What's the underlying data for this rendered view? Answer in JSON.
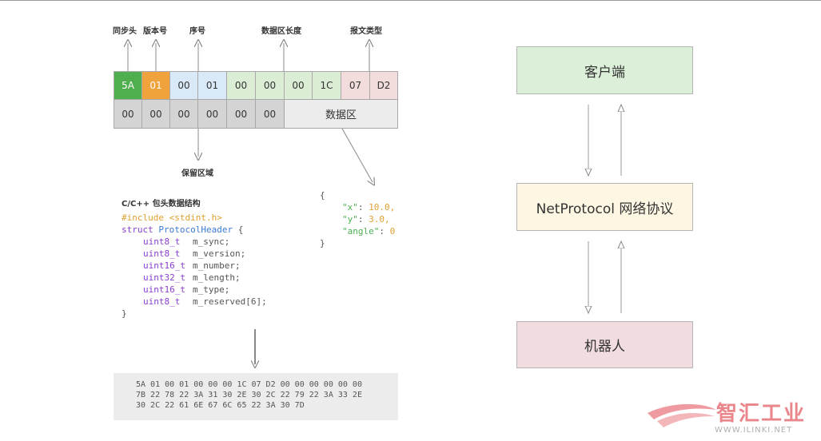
{
  "labels": {
    "sync": "同步头",
    "version": "版本号",
    "seq": "序号",
    "length": "数据区长度",
    "type": "报文类型",
    "reserved": "保留区域"
  },
  "row1": [
    "5A",
    "01",
    "00",
    "01",
    "00",
    "00",
    "00",
    "1C",
    "07",
    "D2"
  ],
  "row2": [
    "00",
    "00",
    "00",
    "00",
    "00",
    "00"
  ],
  "data_area_label": "数据区",
  "code": {
    "title": "C/C++ 包头数据结构",
    "include": "#include <stdint.h>",
    "struct_kw": "struct",
    "struct_name": "ProtocolHeader",
    "open_brace": "{",
    "close_brace": "}",
    "fields": [
      {
        "type": "uint8_t",
        "decl": "m_sync;"
      },
      {
        "type": "uint8_t",
        "decl": "m_version;"
      },
      {
        "type": "uint16_t",
        "decl": "m_number;"
      },
      {
        "type": "uint32_t",
        "decl": "m_length;"
      },
      {
        "type": "uint16_t",
        "decl": "m_type;"
      },
      {
        "type": "uint8_t",
        "decl": "m_reserved[6];"
      }
    ]
  },
  "json_snippet": {
    "open": "{",
    "close": "}",
    "entries": [
      {
        "key": "\"x\"",
        "value": "10.0,"
      },
      {
        "key": "\"y\"",
        "value": "3.0,"
      },
      {
        "key": "\"angle\"",
        "value": "0"
      }
    ]
  },
  "hex_lines": [
    "5A 01 00 01 00 00 00 1C 07 D2 00 00 00 00 00 00",
    "7B 22 78 22 3A 31 30 2E 30 2C 22 79 22 3A 33 2E",
    "30 2C 22 61 6E 67 6C 65 22 3A 30 7D"
  ],
  "flow": {
    "client": "客户端",
    "protocol": "NetProtocol 网络协议",
    "robot": "机器人"
  },
  "watermark": {
    "brand": "智汇工业",
    "url": "WWW.ILINKI.NET"
  },
  "colors": {
    "green_dark": "#4faf4f",
    "orange": "#f0a23c",
    "blue_light": "#d9e9f7",
    "green_light": "#dcedd6",
    "pink_light": "#f2dcdc",
    "gray": "#d4d4d4",
    "light_gray": "#ececec",
    "client_bg": "#dcefd8",
    "protocol_bg": "#fdf6e3",
    "robot_bg": "#f1dcdf"
  }
}
